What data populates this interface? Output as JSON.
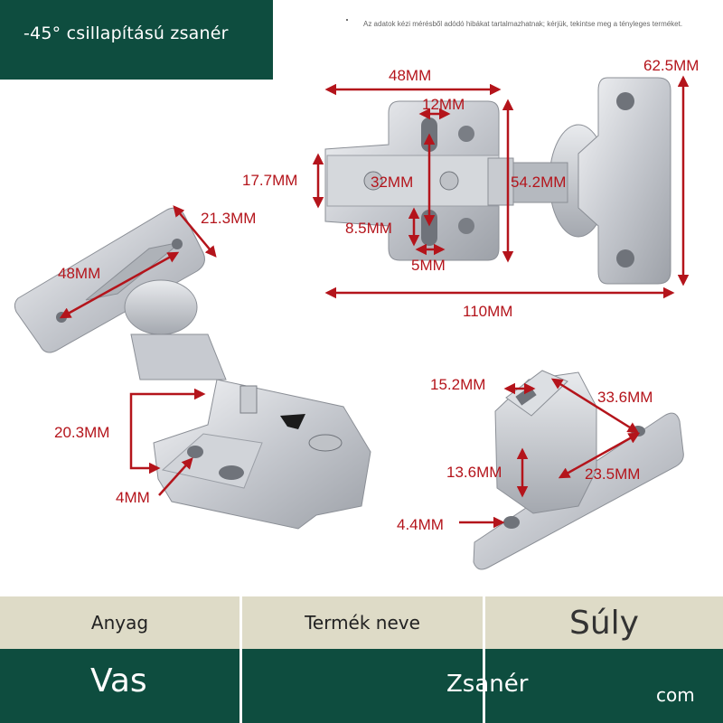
{
  "title": "-45° csillapítású zsanér",
  "disclaimer": "Az adatok kézi mérésből adódó hibákat tartalmazhatnak; kérjük, tekintse meg a tényleges terméket.",
  "dimensions": {
    "top_width": "48MM",
    "top_height": "62.5MM",
    "top_slot_spacing": "12MM",
    "top_depth": "17.7MM",
    "top_hole_distance": "32MM",
    "top_arm_length": "54.2MM",
    "top_slot_height": "8.5MM",
    "top_slot_width": "5MM",
    "top_total_length": "110MM",
    "left_plate_width": "21.3MM",
    "left_plate_length": "48MM",
    "left_base_height": "20.3MM",
    "left_hole": "4MM",
    "right_top_width": "15.2MM",
    "right_plate_length": "33.6MM",
    "right_height": "13.6MM",
    "right_hole_distance": "23.5MM",
    "right_hole": "4.4MM"
  },
  "colors": {
    "accent_green": "#0e4d3f",
    "table_header": "#dedbc7",
    "dimension_red": "#b4141b"
  },
  "table": {
    "headers": [
      "Anyag",
      "Termék neve",
      "Súly"
    ],
    "values": [
      "Vas",
      "Zsanér",
      "com"
    ]
  }
}
